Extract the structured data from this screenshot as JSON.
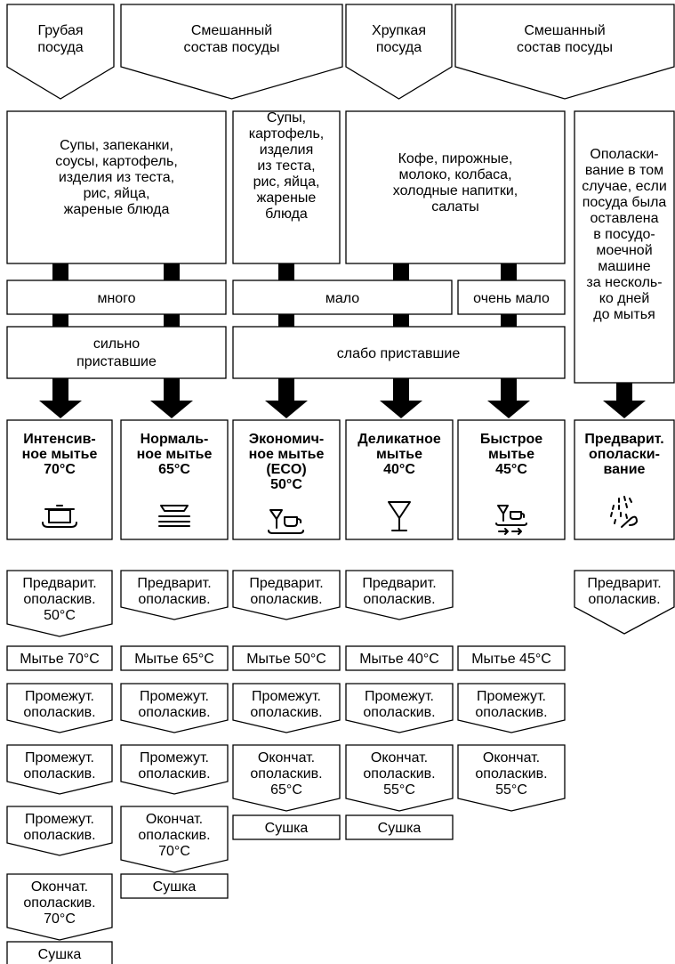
{
  "dish_types": [
    {
      "lines": [
        "Грубая",
        "посуда"
      ]
    },
    {
      "lines": [
        "Смешанный",
        "состав посуды"
      ]
    },
    {
      "lines": [
        "Хрупкая",
        "посуда"
      ]
    },
    {
      "lines": [
        "Смешанный",
        "состав посуды"
      ]
    }
  ],
  "food_boxes": [
    {
      "lines": [
        "Супы, запеканки,",
        "соусы, картофель,",
        "изделия из теста,",
        "рис, яйца,",
        "жареные блюда"
      ]
    },
    {
      "lines": [
        "Супы,",
        "картофель,",
        "изделия",
        "из теста,",
        "рис, яйца,",
        "жареные",
        "блюда"
      ]
    },
    {
      "lines": [
        "Кофе, пирожные,",
        "молоко, колбаса,",
        "холодные напитки,",
        "салаты"
      ]
    },
    {
      "lines": [
        "Ополаски-",
        "вание в том",
        "случае, если",
        "посуда была",
        "оставлена",
        "в посудо-",
        "моечной",
        "машине",
        "за несколь-",
        "ко дней",
        "до мытья"
      ]
    }
  ],
  "amount": {
    "many": "много",
    "little": "мало",
    "very_little": "очень мало"
  },
  "soiling": {
    "heavy": [
      "сильно",
      "приставшие"
    ],
    "light": "слабо приставшие"
  },
  "programs": [
    {
      "name": [
        "Интенсив-",
        "ное мытье",
        "70°C"
      ],
      "icon": "pot-icon"
    },
    {
      "name": [
        "Нормаль-",
        "ное мытье",
        "65°C"
      ],
      "icon": "plates-icon"
    },
    {
      "name": [
        "Экономич-",
        "ное мытье",
        "(ECO)",
        "50°C"
      ],
      "icon": "glass-cup-icon"
    },
    {
      "name": [
        "Деликатное",
        "мытье",
        "40°C"
      ],
      "icon": "wine-glass-icon"
    },
    {
      "name": [
        "Быстрое",
        "мытье",
        "45°C"
      ],
      "icon": "quick-wash-icon"
    },
    {
      "name": [
        "Предварит.",
        "ополаски-",
        "вание"
      ],
      "icon": "rinse-spray-icon"
    }
  ],
  "steps": [
    [
      {
        "kind": "chevron",
        "lines": [
          "Предварит.",
          "ополаскив.",
          "50°C"
        ]
      },
      {
        "kind": "box",
        "lines": [
          "Мытье 70°C"
        ]
      },
      {
        "kind": "chevron",
        "lines": [
          "Промежут.",
          "ополаскив."
        ]
      },
      {
        "kind": "chevron",
        "lines": [
          "Промежут.",
          "ополаскив."
        ]
      },
      {
        "kind": "chevron",
        "lines": [
          "Промежут.",
          "ополаскив."
        ]
      },
      {
        "kind": "chevron",
        "lines": [
          "Окончат.",
          "ополаскив.",
          "70°C"
        ]
      },
      {
        "kind": "box",
        "lines": [
          "Сушка"
        ]
      }
    ],
    [
      {
        "kind": "chevron",
        "lines": [
          "Предварит.",
          "ополаскив."
        ]
      },
      {
        "kind": "box",
        "lines": [
          "Мытье 65°C"
        ]
      },
      {
        "kind": "chevron",
        "lines": [
          "Промежут.",
          "ополаскив."
        ]
      },
      {
        "kind": "chevron",
        "lines": [
          "Промежут.",
          "ополаскив."
        ]
      },
      {
        "kind": "chevron",
        "lines": [
          "Окончат.",
          "ополаскив.",
          "70°C"
        ]
      },
      {
        "kind": "box",
        "lines": [
          "Сушка"
        ]
      }
    ],
    [
      {
        "kind": "chevron",
        "lines": [
          "Предварит.",
          "ополаскив."
        ]
      },
      {
        "kind": "box",
        "lines": [
          "Мытье 50°C"
        ]
      },
      {
        "kind": "chevron",
        "lines": [
          "Промежут.",
          "ополаскив."
        ]
      },
      {
        "kind": "chevron",
        "lines": [
          "Окончат.",
          "ополаскив.",
          "65°C"
        ]
      },
      {
        "kind": "box",
        "lines": [
          "Сушка"
        ]
      }
    ],
    [
      {
        "kind": "chevron",
        "lines": [
          "Предварит.",
          "ополаскив."
        ]
      },
      {
        "kind": "box",
        "lines": [
          "Мытье 40°C"
        ]
      },
      {
        "kind": "chevron",
        "lines": [
          "Промежут.",
          "ополаскив."
        ]
      },
      {
        "kind": "chevron",
        "lines": [
          "Окончат.",
          "ополаскив.",
          "55°C"
        ]
      },
      {
        "kind": "box",
        "lines": [
          "Сушка"
        ]
      }
    ],
    [
      {
        "kind": "box",
        "lines": [
          "Мытье 45°C"
        ]
      },
      {
        "kind": "chevron",
        "lines": [
          "Промежут.",
          "ополаскив."
        ]
      },
      {
        "kind": "chevron",
        "lines": [
          "Окончат.",
          "ополаскив.",
          "55°C"
        ]
      }
    ],
    [
      {
        "kind": "chevron",
        "lines": [
          "Предварит.",
          "ополаскив."
        ]
      }
    ]
  ]
}
